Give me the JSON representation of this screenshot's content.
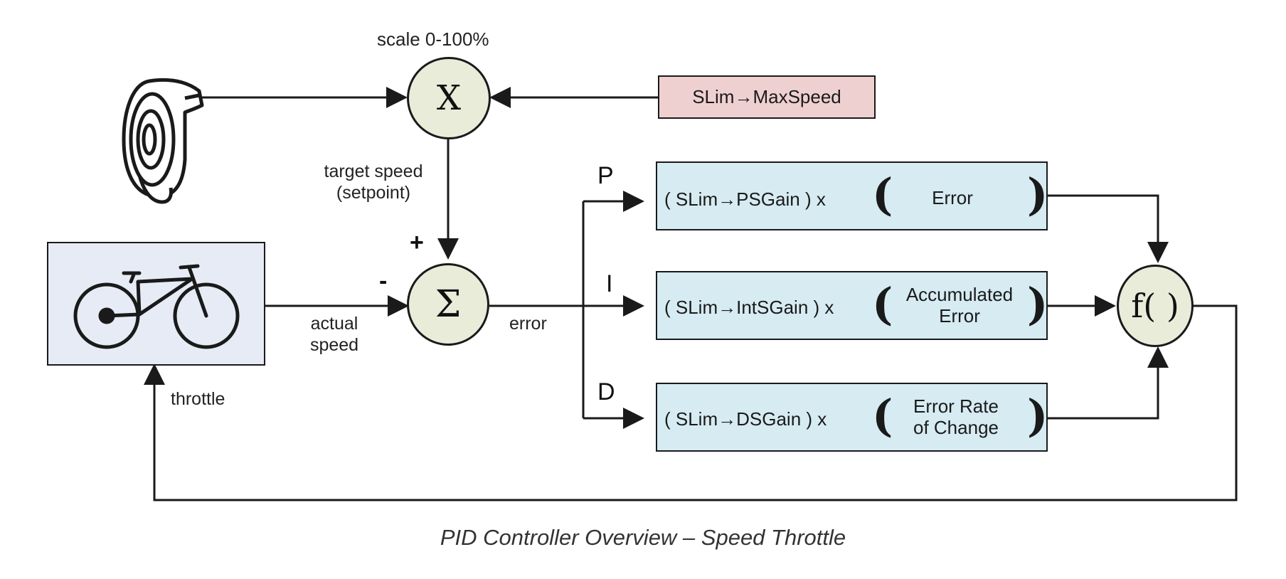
{
  "multiply_node": {
    "symbol": "X",
    "label": "scale 0-100%"
  },
  "sum_node": {
    "symbol": "Σ",
    "plus": "+",
    "minus": "-"
  },
  "func_node": {
    "symbol": "f( )"
  },
  "max_speed_box": {
    "text": "SLim→MaxSpeed"
  },
  "signals": {
    "target": [
      "target speed",
      "(setpoint)"
    ],
    "actual": [
      "actual",
      "speed"
    ],
    "error": "error",
    "throttle": "throttle"
  },
  "terms": [
    {
      "letter": "P",
      "gain": "( SLim→PSGain   ) x",
      "operand": [
        "Error"
      ]
    },
    {
      "letter": "I",
      "gain": "( SLim→IntSGain ) x",
      "operand": [
        "Accumulated",
        "Error"
      ]
    },
    {
      "letter": "D",
      "gain": "( SLim→DSGain   ) x",
      "operand": [
        "Error Rate",
        "of Change"
      ]
    }
  ],
  "caption": "PID Controller Overview – Speed Throttle",
  "colors": {
    "node_fill": "#e8ecd9",
    "gain_box_fill": "#d6ebf2",
    "max_speed_fill": "#efd0d0",
    "plant_fill": "#e6ebf5",
    "line": "#1a1a1a"
  },
  "icons": [
    "throttle-grip-icon",
    "bicycle-icon"
  ]
}
